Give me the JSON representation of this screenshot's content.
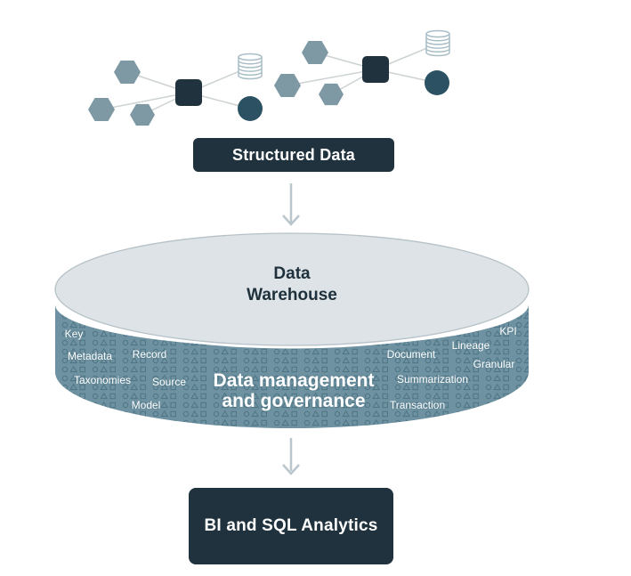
{
  "diagram": {
    "structured_data": {
      "label": "Structured Data"
    },
    "arrow_1": "down-arrow",
    "arrow_2": "down-arrow",
    "warehouse": {
      "title_line1": "Data",
      "title_line2": "Warehouse",
      "center_line1": "Data management",
      "center_line2": "and governance",
      "labels": {
        "key": "Key",
        "metadata": "Metadata",
        "record": "Record",
        "taxonomies": "Taxonomies",
        "source": "Source",
        "model": "Model",
        "document": "Document",
        "summarization": "Summarization",
        "transaction": "Transaction",
        "lineage": "Lineage",
        "granular": "Granular",
        "kpi": "KPI"
      }
    },
    "bi": {
      "label": "BI and SQL Analytics"
    },
    "illustration": {
      "clusters": 2,
      "node_icons": [
        "hexagon-icon",
        "processor-square-icon",
        "database-icon",
        "circle-node-icon"
      ]
    },
    "colors": {
      "dark_box": "#20323d",
      "hexagon": "#7e99a4",
      "node_circle": "#2b5162",
      "db_outline": "#a9bdc7",
      "connector": "#cdd2d4",
      "arrow": "#b9c6cc",
      "cylinder_top": "#dde3e6",
      "cylinder_body": "#6e92a1",
      "pattern_symbol": "#4c7383",
      "label_text": "#ffffff",
      "title_text": "#1e303b"
    }
  }
}
